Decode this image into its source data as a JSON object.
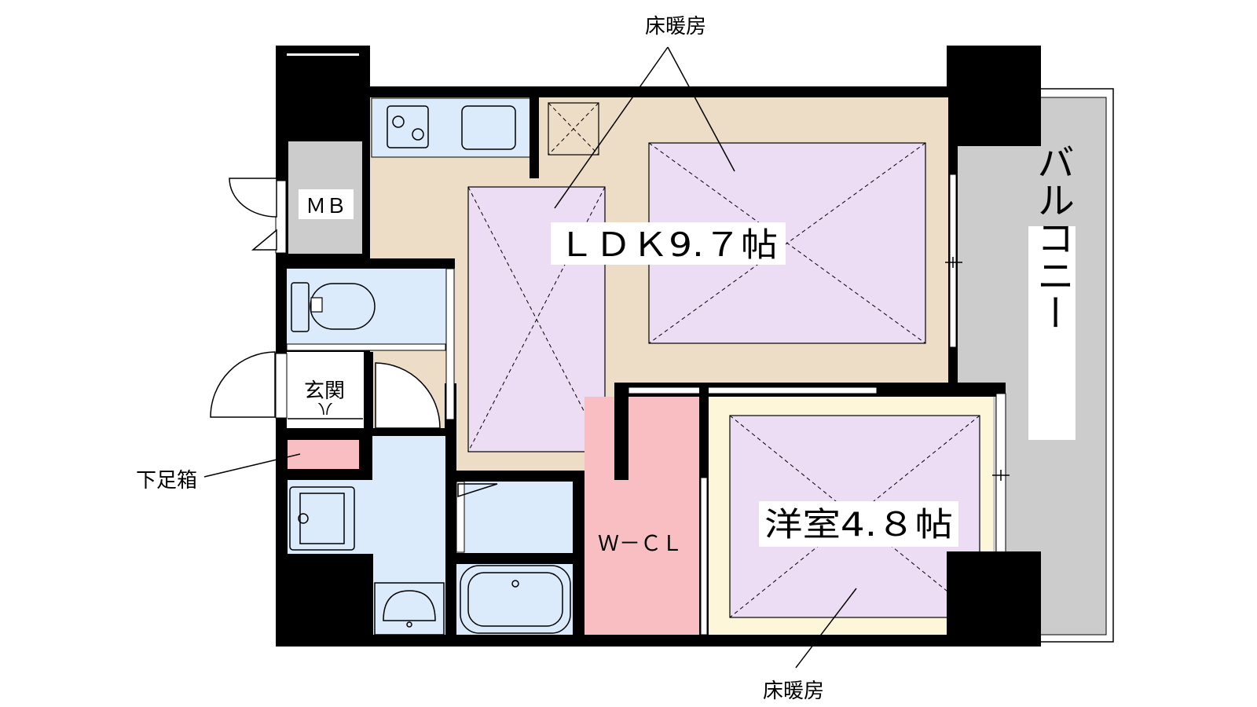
{
  "plan": {
    "colors": {
      "ldk_floor": "#EEDDC6",
      "heated": "#ECDDF4",
      "water": "#DBEBFC",
      "closet": "#F8BEC2",
      "western_floor": "#FEF6D8",
      "storage_gray": "#CCCCCC",
      "balcony": "#CCCCCC"
    },
    "labels": {
      "floor_heating_top": "床暖房",
      "floor_heating_bottom": "床暖房",
      "mb": "ＭＢ",
      "ldk": "ＬＤＫ9.７帖",
      "balcony": "バルコニー",
      "entrance": "玄関",
      "shoe_box": "下足箱",
      "wcl": "Ｗ－ＣＬ",
      "western_room": "洋室4.８帖"
    }
  }
}
